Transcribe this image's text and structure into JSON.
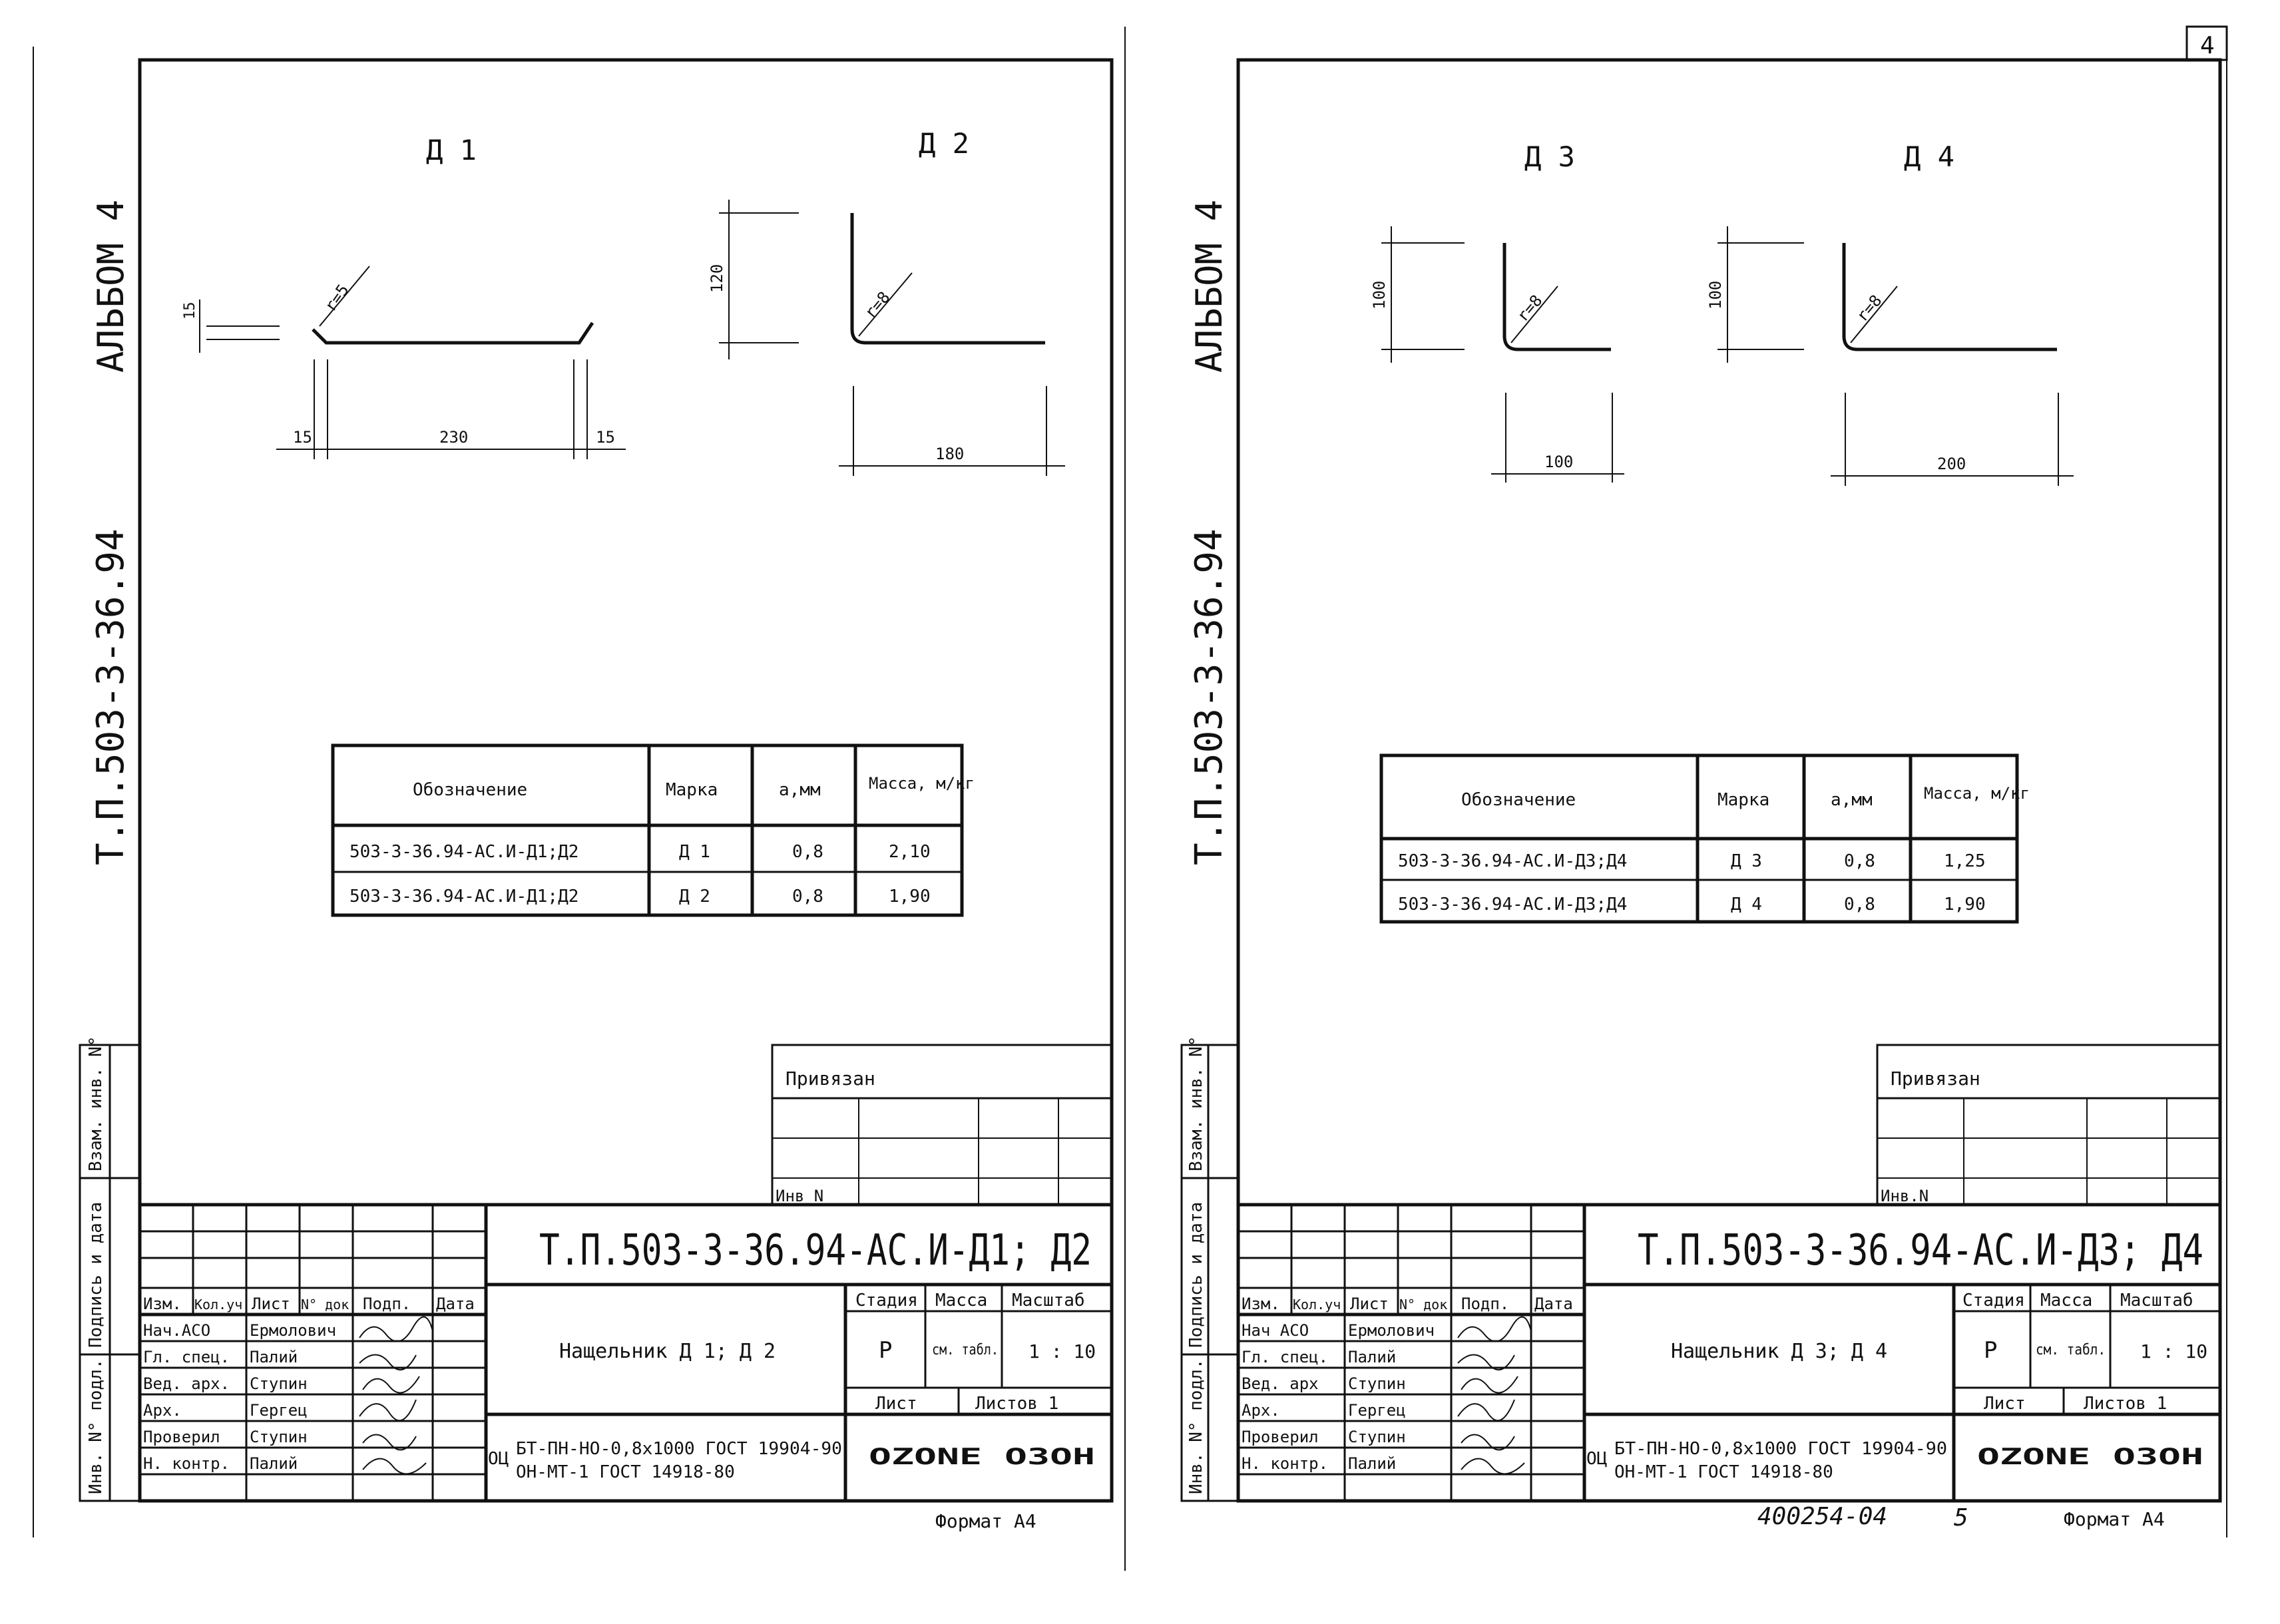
{
  "sheets": [
    {
      "side_album": "АЛЬБОМ 4",
      "side_code": "Т.П.503-3-36.94",
      "side_labels": [
        "Инв. N° подл.",
        "Подпись и дата",
        "Взам. инв. N°"
      ],
      "parts": [
        {
          "label": "Д 1",
          "dims": [
            "15",
            "15",
            "230",
            "15"
          ],
          "radius": "r=5"
        },
        {
          "label": "Д 2",
          "dims": [
            "120",
            "180"
          ],
          "radius": "r=8"
        }
      ],
      "table": {
        "headers": [
          "Обозначение",
          "Марка",
          "a,мм",
          "Масса, м/кг"
        ],
        "rows": [
          [
            "503-3-36.94-АС.И-Д1;Д2",
            "Д 1",
            "0,8",
            "2,10"
          ],
          [
            "503-3-36.94-АС.И-Д1;Д2",
            "Д 2",
            "0,8",
            "1,90"
          ]
        ]
      },
      "privyazan": "Привязан",
      "inv_n": "Инв N",
      "code": "Т.П.503-3-36.94-АС.И-Д1; Д2",
      "title": "Нащельник Д 1; Д 2",
      "columns": [
        "Изм.",
        "Кол.уч.",
        "Лист",
        "N° док.",
        "Подп.",
        "Дата"
      ],
      "roles": [
        {
          "role": "Нач.АСО",
          "name": "Ермолович"
        },
        {
          "role": "Гл. спец.",
          "name": "Палий"
        },
        {
          "role": "Вед. арх.",
          "name": "Ступин"
        },
        {
          "role": "Арх.",
          "name": "Гергец"
        },
        {
          "role": "Проверил",
          "name": "Ступин"
        },
        {
          "role": "Н. контр.",
          "name": "Палий"
        }
      ],
      "stage_head": [
        "Стадия",
        "Масса",
        "Масштаб"
      ],
      "stage": "Р",
      "mass": "см. табл.",
      "scale": "1 : 10",
      "list": "Лист",
      "listov": "Листов 1",
      "material_prefix": "ОЦ",
      "material1": "БТ-ПН-НО-0,8x1000 ГОСТ 19904-90",
      "material2": "ОН-МТ-1 ГОСТ 14918-80",
      "org_logo": "OZONE ОЗОН",
      "format": "Формат А4"
    },
    {
      "side_album": "АЛЬБОМ 4",
      "side_code": "Т.П.503-3-36.94",
      "side_labels": [
        "Инв. N° подл.",
        "Подпись и дата",
        "Взам. инв. N°"
      ],
      "parts": [
        {
          "label": "Д 3",
          "dims": [
            "100",
            "100"
          ],
          "radius": "r=8"
        },
        {
          "label": "Д 4",
          "dims": [
            "100",
            "200"
          ],
          "radius": "r=8"
        }
      ],
      "table": {
        "headers": [
          "Обозначение",
          "Марка",
          "a,мм",
          "Масса, м/кг"
        ],
        "rows": [
          [
            "503-3-36.94-АС.И-Д3;Д4",
            "Д 3",
            "0,8",
            "1,25"
          ],
          [
            "503-3-36.94-АС.И-Д3;Д4",
            "Д 4",
            "0,8",
            "1,90"
          ]
        ]
      },
      "privyazan": "Привязан",
      "inv_n": "Инв.N",
      "code": "Т.П.503-3-36.94-АС.И-Д3; Д4",
      "title": "Нащельник Д 3; Д 4",
      "columns": [
        "Изм.",
        "Кол.уч.",
        "Лист",
        "N° док.",
        "Подп.",
        "Дата"
      ],
      "roles": [
        {
          "role": "Нач АСО",
          "name": "Ермолович"
        },
        {
          "role": "Гл. спец.",
          "name": "Палий"
        },
        {
          "role": "Вед. арх",
          "name": "Ступин"
        },
        {
          "role": "Арх.",
          "name": "Гергец"
        },
        {
          "role": "Проверил",
          "name": "Ступин"
        },
        {
          "role": "Н. контр.",
          "name": "Палий"
        }
      ],
      "stage_head": [
        "Стадия",
        "Масса",
        "Масштаб"
      ],
      "stage": "Р",
      "mass": "см. табл.",
      "scale": "1 : 10",
      "list": "Лист",
      "listov": "Листов 1",
      "material_prefix": "ОЦ",
      "material1": "БТ-ПН-НО-0,8x1000 ГОСТ 19904-90",
      "material2": "ОН-МТ-1 ГОСТ 14918-80",
      "org_logo": "OZONE ОЗОН",
      "format": "Формат А4"
    }
  ],
  "page_number": "4",
  "handwritten_number": "400254-04",
  "sheet_number": "5"
}
